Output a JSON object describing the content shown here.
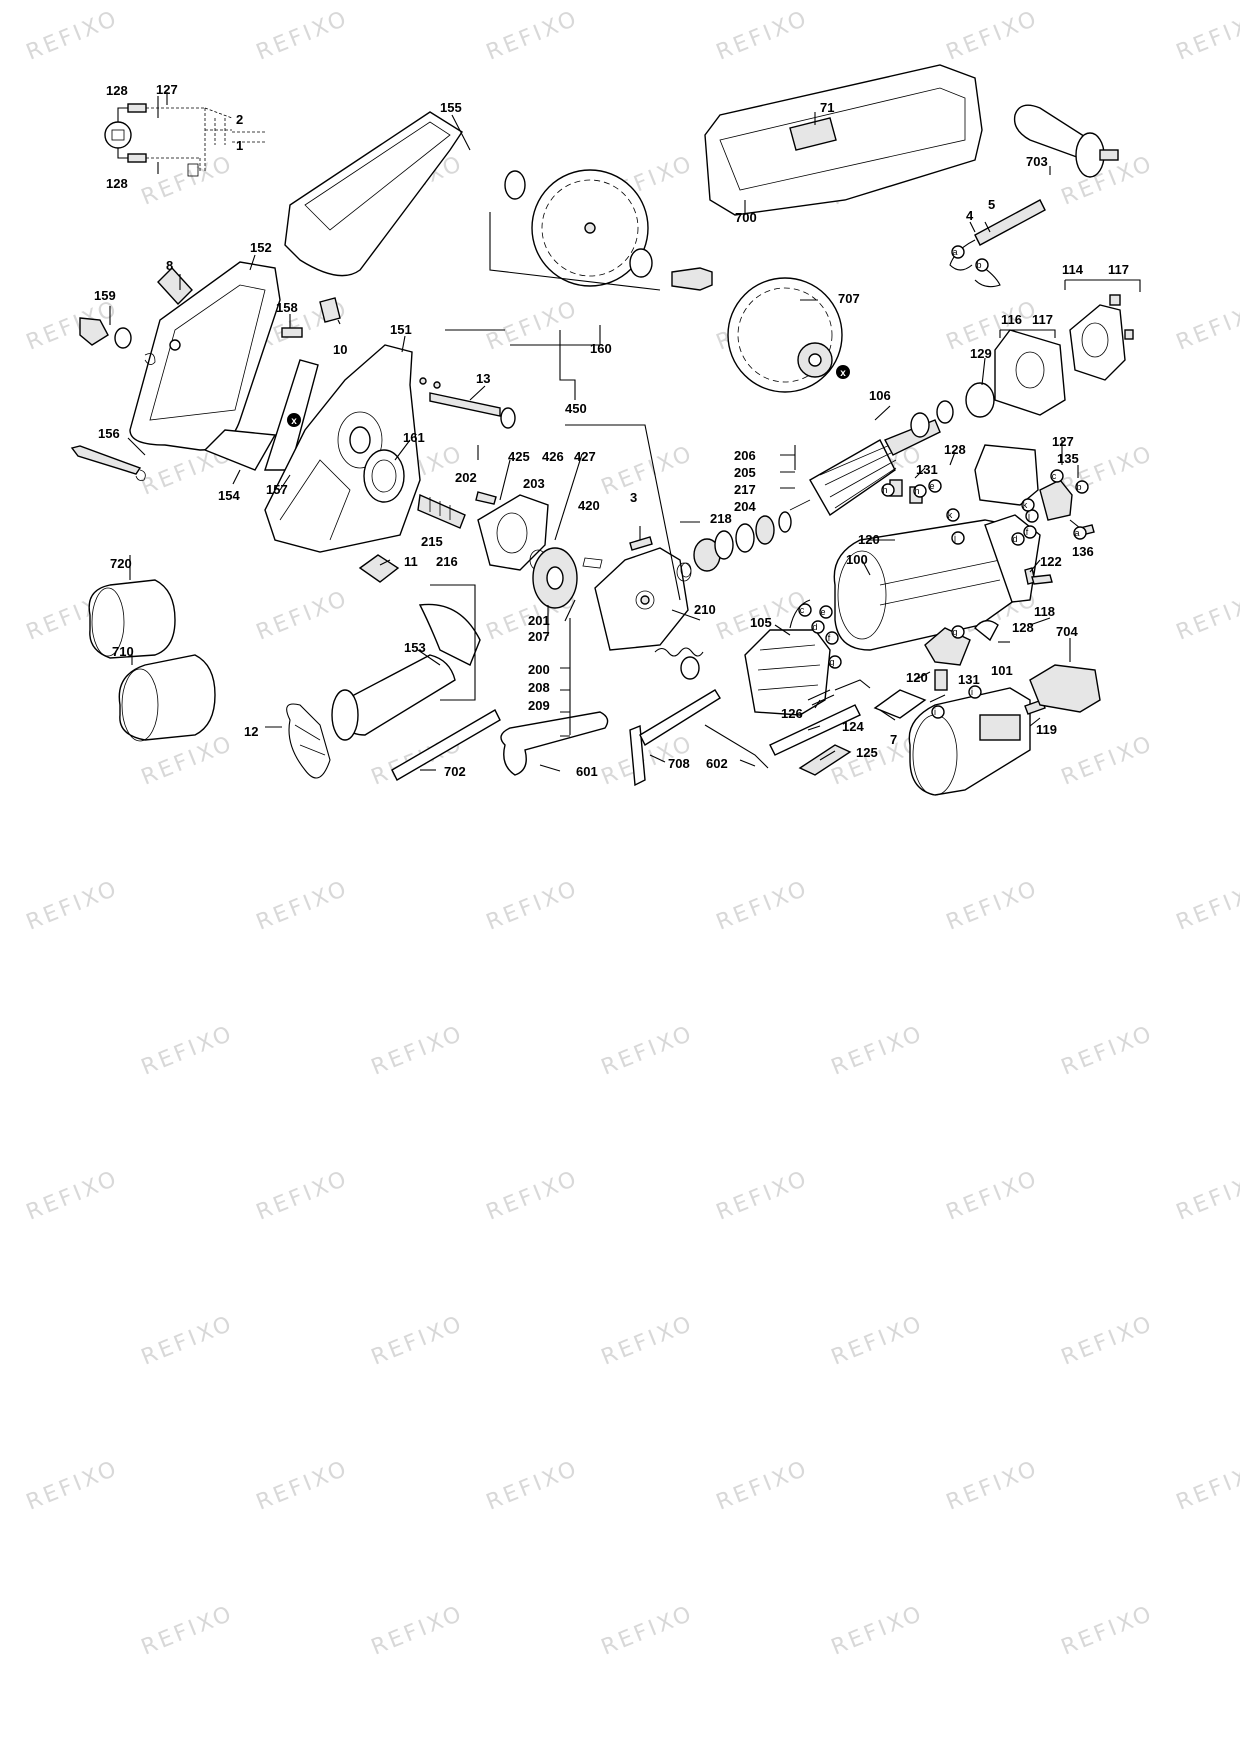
{
  "watermark": "REFIXO",
  "callouts": {
    "wiring": [
      "128",
      "127",
      "128",
      "2",
      "1"
    ],
    "parts": [
      "155",
      "8",
      "152",
      "159",
      "158",
      "10",
      "151",
      "13",
      "156",
      "154",
      "157",
      "161",
      "11",
      "450",
      "425",
      "426",
      "427",
      "202",
      "203",
      "215",
      "216",
      "420",
      "3",
      "218",
      "201",
      "207",
      "200",
      "208",
      "209",
      "210",
      "160",
      "707",
      "71",
      "700",
      "703",
      "4",
      "5",
      "114",
      "117",
      "116",
      "117",
      "129",
      "106",
      "206",
      "205",
      "217",
      "204",
      "131",
      "128",
      "127",
      "135",
      "136",
      "120",
      "122",
      "100",
      "118",
      "105",
      "128",
      "704",
      "720",
      "710",
      "153",
      "12",
      "702",
      "601",
      "708",
      "602",
      "124",
      "125",
      "126",
      "120",
      "131",
      "101",
      "119",
      "7"
    ],
    "letters": [
      "a",
      "b",
      "c",
      "d",
      "e",
      "f",
      "g",
      "h",
      "i",
      "j",
      "k",
      "x"
    ]
  }
}
